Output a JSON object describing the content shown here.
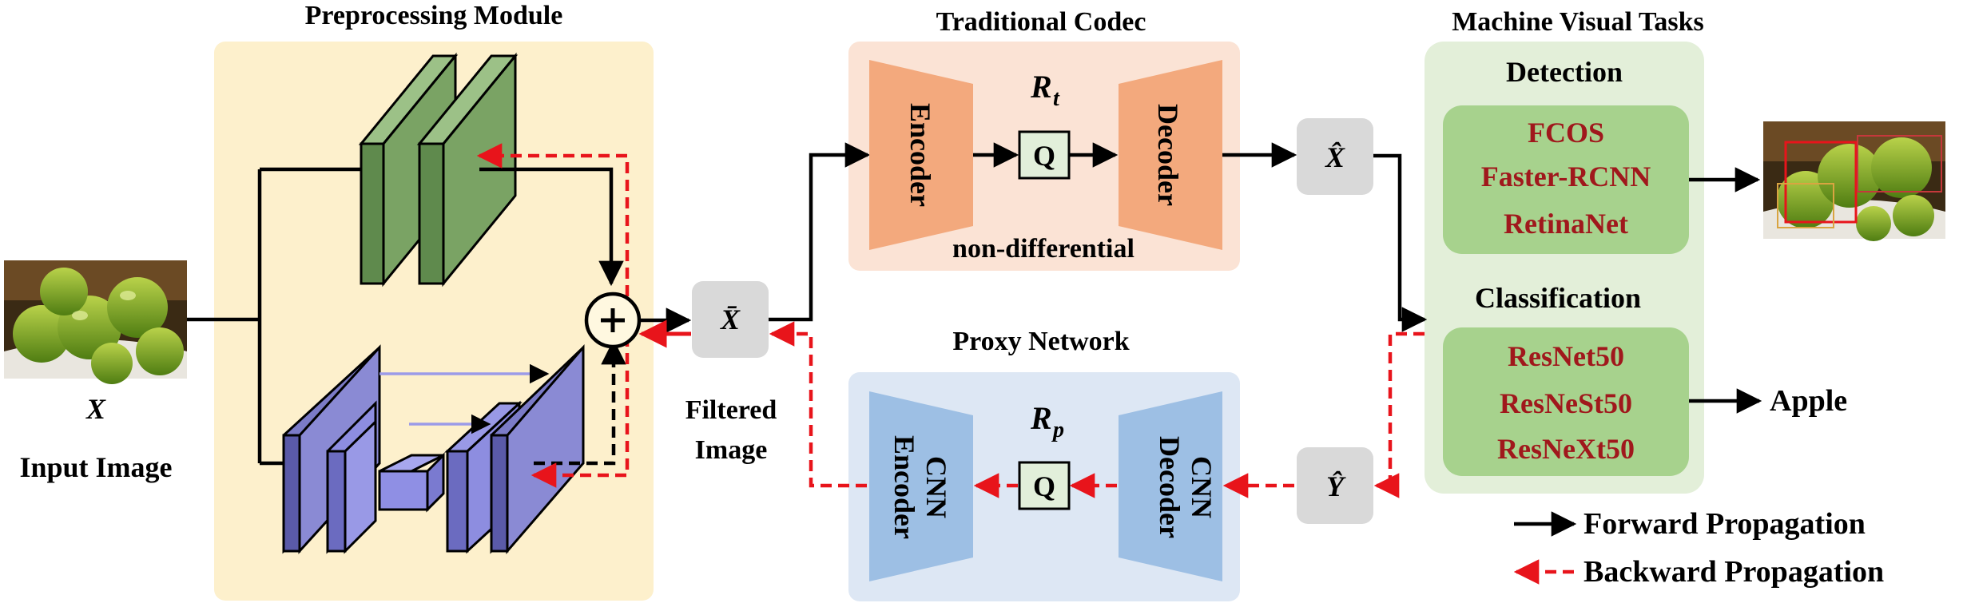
{
  "modules": {
    "preprocessing": "Preprocessing Module",
    "codec": "Traditional Codec",
    "proxy": "Proxy Network",
    "tasks": "Machine Visual Tasks"
  },
  "input": {
    "symbol": "X",
    "label": "Input Image"
  },
  "filtered": {
    "symbol": "X̄",
    "label_line1": "Filtered",
    "label_line2": "Image"
  },
  "codec": {
    "rate": "R",
    "rate_sub": "t",
    "encoder": "Encoder",
    "decoder": "Decoder",
    "quant": "Q",
    "note": "non-differential",
    "output_symbol": "X̂"
  },
  "proxy": {
    "rate": "R",
    "rate_sub": "p",
    "encoder_line1": "CNN",
    "encoder_line2": "Encoder",
    "decoder_line1": "CNN",
    "decoder_line2": "Decoder",
    "quant": "Q",
    "output_symbol": "Ŷ"
  },
  "tasks": {
    "detection": {
      "title": "Detection",
      "models": [
        "FCOS",
        "Faster-RCNN",
        "RetinaNet"
      ]
    },
    "classification": {
      "title": "Classification",
      "models": [
        "ResNet50",
        "ResNeSt50",
        "ResNeXt50"
      ],
      "result": "Apple"
    }
  },
  "legend": {
    "forward": "Forward Propagation",
    "backward": "Backward Propagation"
  },
  "colors": {
    "preproc_bg": "#fdf0cc",
    "codec_bg": "#fbe3d5",
    "proxy_bg": "#dde7f4",
    "tasks_bg": "#e3efd9",
    "task_box": "#a7d28d",
    "model_text": "#a0181c",
    "green_block": "#7aa364",
    "purple_block": "#7b7bc7",
    "encoder_orange": "#f3a97d",
    "cnn_blue": "#9dbfe4",
    "backward_red": "#e8141b"
  },
  "icons": {
    "sum": "circled-plus-icon",
    "input_image": "apples-photo-icon",
    "output_image": "apples-detection-photo-icon"
  }
}
